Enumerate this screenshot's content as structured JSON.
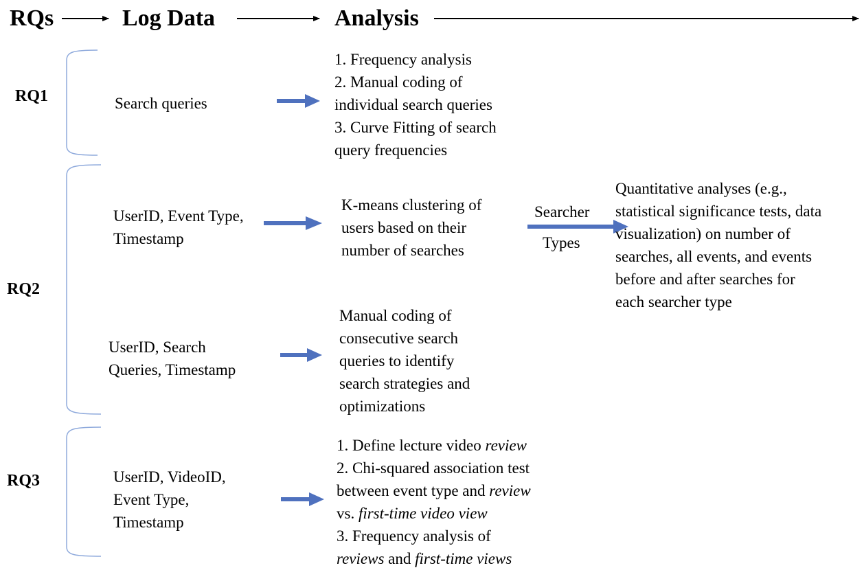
{
  "header": {
    "rqs": "RQs",
    "log_data": "Log Data",
    "analysis": "Analysis"
  },
  "rows": {
    "rq1": {
      "label": "RQ1",
      "log": [
        "Search queries"
      ],
      "analysis": [
        "1. Frequency analysis",
        "2. Manual coding of",
        "individual search queries",
        "3. Curve Fitting of search",
        "query frequencies"
      ]
    },
    "rq2": {
      "label": "RQ2",
      "a_log": [
        "UserID, Event Type,",
        "Timestamp"
      ],
      "a_analysis": [
        "K-means clustering of",
        "users based on their",
        "number of searches"
      ],
      "arrow_label_top": "Searcher",
      "arrow_label_bottom": "Types",
      "quant": [
        "Quantitative analyses (e.g.,",
        "statistical significance tests, data",
        "visualization) on number of",
        "searches, all events, and events",
        "before and after searches for",
        "each searcher type"
      ],
      "b_log": [
        "UserID, Search",
        "Queries, Timestamp"
      ],
      "b_analysis": [
        "Manual coding of",
        "consecutive search",
        "queries to identify",
        "search strategies and",
        "optimizations"
      ]
    },
    "rq3": {
      "label": "RQ3",
      "log": [
        "UserID, VideoID,",
        "Event Type,",
        "Timestamp"
      ],
      "analysis": {
        "l1_pre": "1. Define lecture video ",
        "l1_em": "review",
        "l2": "2. Chi-squared association test",
        "l3_pre": "between event type and ",
        "l3_em": "review",
        "l4_pre": "vs. ",
        "l4_em": "first-time video view",
        "l5": "3. Frequency analysis of",
        "l6_em1": "reviews",
        "l6_mid": " and ",
        "l6_em2": "first-time views"
      }
    }
  },
  "colors": {
    "arrow_blue": "#4f71be",
    "bracket_blue": "#8faadc",
    "text": "#000000"
  }
}
